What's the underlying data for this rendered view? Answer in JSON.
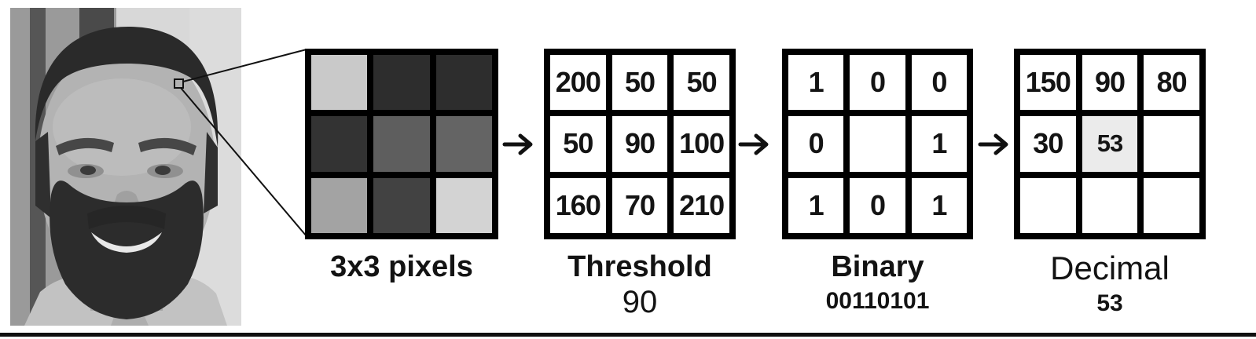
{
  "figure": {
    "description": "LBP-style pixel neighborhood thresholding diagram"
  },
  "photo": {
    "alt": "grayscale portrait photo of a smiling bearded man"
  },
  "stages": [
    {
      "name": "pixels",
      "label": "3x3 pixels",
      "sublabel": "",
      "cell_colors": [
        "#c9c9c9",
        "#2d2d2d",
        "#2d2d2d",
        "#333333",
        "#5e5e5e",
        "#646464",
        "#a3a3a3",
        "#424242",
        "#d3d3d3"
      ]
    },
    {
      "name": "threshold",
      "label": "Threshold",
      "sublabel": "90",
      "cells": [
        "200",
        "50",
        "50",
        "50",
        "90",
        "100",
        "160",
        "70",
        "210"
      ]
    },
    {
      "name": "binary",
      "label": "Binary",
      "sublabel": "00110101",
      "cells": [
        "1",
        "0",
        "0",
        "0",
        "",
        "1",
        "1",
        "0",
        "1"
      ]
    },
    {
      "name": "decimal",
      "label": "Decimal",
      "sublabel": "53",
      "cells": [
        "150",
        "90",
        "80",
        "30",
        "53",
        "",
        "",
        "",
        ""
      ],
      "highlight_index": 4,
      "highlight_color": "#ebebeb"
    }
  ]
}
